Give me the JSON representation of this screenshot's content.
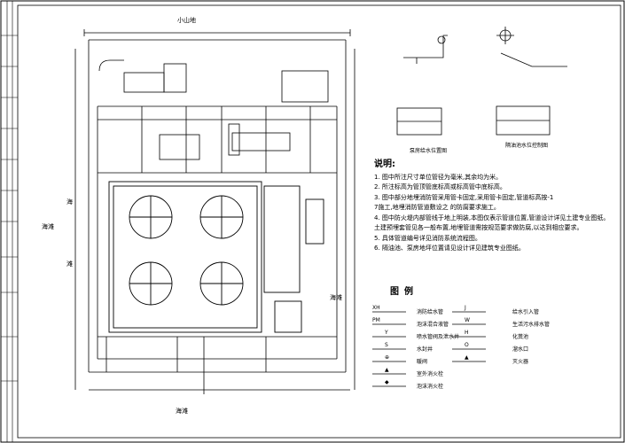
{
  "labels": {
    "top_road": "小山地",
    "left_road_1": "海滩",
    "left_road_2": "海",
    "left_road_3": "滩",
    "right_road": "海滩",
    "bottom_road": "海滩",
    "detail_1": "泵房给水位置图",
    "detail_2": "隔油池水位控制图"
  },
  "notes": {
    "heading": "说明:",
    "lines": [
      "1. 图中所注尺寸单位管径为毫米,其余均为米。",
      "2. 所注标高为管顶管底标高或标高管中底标高。",
      "3. 图中部分地埋消防管采用管卡固定,采用管卡固定,管道标高按-1",
      "   7施工,地埋消防管道敷设之      的防腐要求施工。",
      "4. 图中防火堤内部管线于地上明装,本图仅表示管道位置,管道设计详见土建专业图纸。",
      "   土建预埋套管见各一般布置,地埋管道需按规范要求做防腐,以达到相应要求。",
      "5. 具体管道编号详见消防系统流程图。",
      "6. 隔油池、泵房地坪位置请见设计详见建筑专业图纸。"
    ]
  },
  "legend": {
    "title": "图例",
    "left": [
      {
        "code": "XH",
        "label": "消防给水管"
      },
      {
        "code": "PM",
        "label": "泡沫混合液管"
      },
      {
        "code": "Y",
        "label": "喷水管阀及泄水井"
      },
      {
        "code": "S",
        "label": "水封井"
      },
      {
        "code": "⊕",
        "label": "暖阀"
      },
      {
        "code": "▲",
        "label": "室外消火栓"
      },
      {
        "code": "◆",
        "label": "泡沫消火栓"
      }
    ],
    "right": [
      {
        "code": "J",
        "label": "给水引入管"
      },
      {
        "code": "W",
        "label": "生活污水排水管"
      },
      {
        "code": "H",
        "label": "化粪池"
      },
      {
        "code": "O",
        "label": "溜水口"
      },
      {
        "code": "▲",
        "label": "灭火器"
      }
    ]
  },
  "colors": {
    "line": "#000000",
    "background": "#ffffff"
  }
}
